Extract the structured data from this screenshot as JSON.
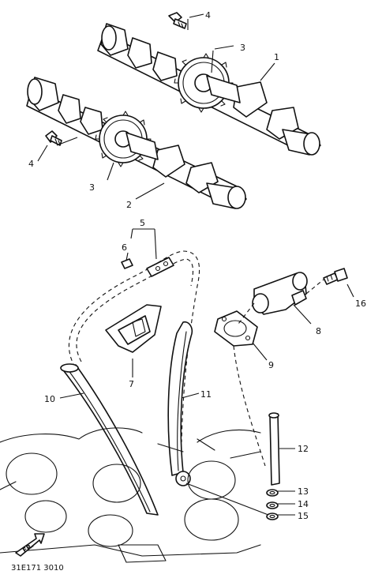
{
  "diagram": {
    "drawing_code": "31E171 3010",
    "front_marker": "FR.",
    "callouts": [
      "1",
      "2",
      "3",
      "3",
      "4",
      "4",
      "5",
      "6",
      "7",
      "8",
      "9",
      "10",
      "11",
      "12",
      "13",
      "14",
      "15",
      "16"
    ]
  }
}
